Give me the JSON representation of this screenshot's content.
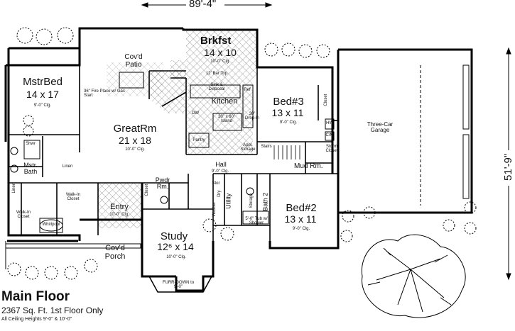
{
  "dimensions": {
    "overall_width": "89'-4\"",
    "overall_depth": "51'-9\""
  },
  "title": {
    "main": "Main Floor",
    "sqft": "2367 Sq. Ft. 1st Floor Only",
    "ceilings": "All Ceiling Heights 9'-0\" & 10'-0\""
  },
  "rooms": {
    "brkfst": {
      "name": "Brkfst",
      "size": "14 x 10",
      "ceiling": "10'-0\" Clg."
    },
    "bar": {
      "label": "12' Bar Top"
    },
    "patio": {
      "name": "Cov'd Patio"
    },
    "fireplace": {
      "label": "36\" Fire Place w/ Gas Start"
    },
    "mstrbed": {
      "name": "MstrBed",
      "size": "14 x 17",
      "ceiling": "9'-0\" Clg."
    },
    "greatrm": {
      "name": "GreatRm",
      "size": "21 x 18",
      "ceiling": "10'-0\" Clg."
    },
    "kitchen": {
      "name": "Kitchen",
      "sink": "Sink & Disposal",
      "island": "30\" x 60\" Island",
      "dropin": "30\" Drop-In",
      "ref": "Ref",
      "dw": "DW",
      "pantry": "Pantry",
      "appl": "Appl. Storage"
    },
    "bed3": {
      "name": "Bed#3",
      "size": "13 x 11",
      "ceiling": "9'-0\" Clg.",
      "closet": "Closet"
    },
    "garage": {
      "name": "Three-Car Garage",
      "hw": "HW",
      "cm": "C/M",
      "storm": "Storm Closet"
    },
    "stairs": {
      "label": "Stairs"
    },
    "hall": {
      "name": "Hall",
      "ceiling": "9'-0\" Clg."
    },
    "mudrm": {
      "name": "Mud Rm."
    },
    "mstrbath": {
      "name": "Mstr. Bath",
      "shwr": "Shwr",
      "linen": "Linen",
      "whirlpool": "Whirlpool"
    },
    "walkin1": {
      "name": "Walk-In Closet"
    },
    "walkin2": {
      "name": "Walk-In Closet"
    },
    "linen2": {
      "label": "Linen"
    },
    "pwdr": {
      "name": "Pwdr Rm.",
      "closet": "Closet"
    },
    "utility": {
      "name": "Utility",
      "stor": "Stor",
      "washer": "Washer",
      "dryer": "Dry"
    },
    "bath2": {
      "name": "Bath 2",
      "storage": "Storage",
      "tub": "5'-0\" Tub w/ Shower"
    },
    "entry": {
      "name": "Entry",
      "ceiling": "10'-0\" Clg."
    },
    "bed2": {
      "name": "Bed#2",
      "size": "13 x 11",
      "ceiling": "9'-0\" Clg."
    },
    "porch": {
      "name": "Cov'd Porch"
    },
    "study": {
      "name": "Study",
      "size": "12⁶ x 14",
      "ceiling": "10'-0\" Clg.",
      "furr": "FURR-DOWN to 9'-0\""
    }
  }
}
